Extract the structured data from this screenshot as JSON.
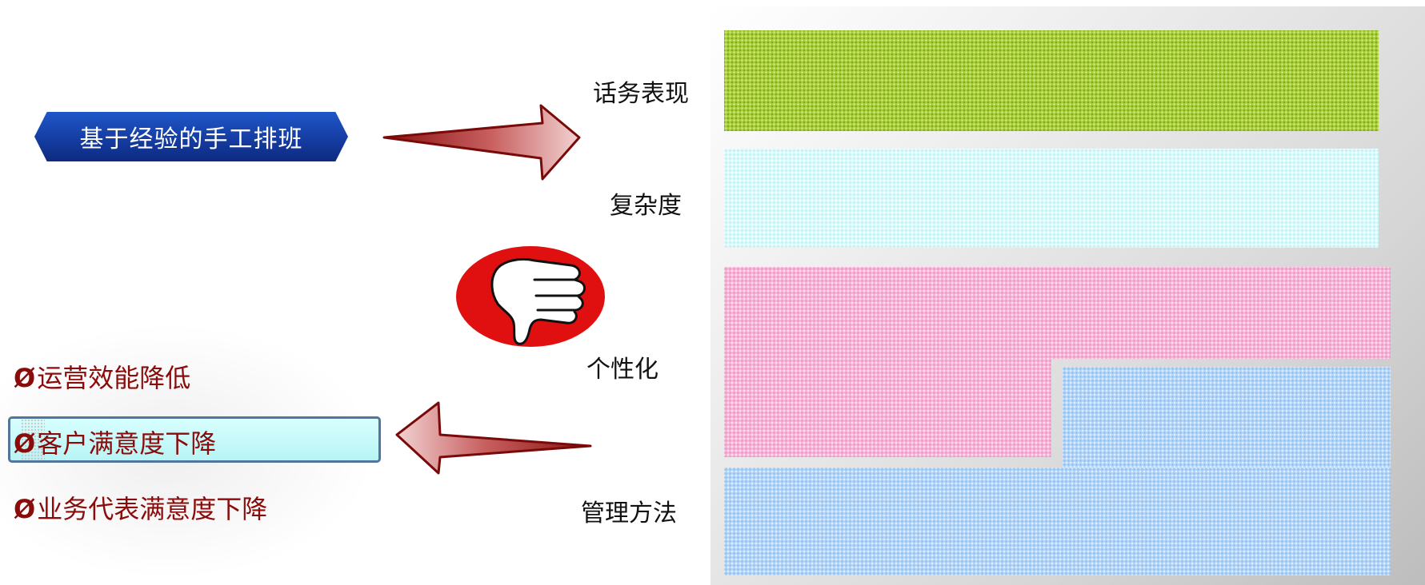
{
  "source_label": "基于经验的手工排班",
  "dimensions": [
    {
      "id": "performance",
      "label": "话务表现"
    },
    {
      "id": "complexity",
      "label": "复杂度"
    },
    {
      "id": "personalization",
      "label": "个性化"
    },
    {
      "id": "management",
      "label": "管理方法"
    }
  ],
  "consequences": [
    {
      "bullet": "Ø",
      "text": "运营效能降低",
      "highlighted": false
    },
    {
      "bullet": "Ø",
      "text": "客户满意度下降",
      "highlighted": true
    },
    {
      "bullet": "Ø",
      "text": "业务代表满意度下降",
      "highlighted": false
    }
  ],
  "icons": {
    "right_arrow": "right-arrow-icon",
    "left_arrow": "left-arrow-icon",
    "thumbs_down": "thumbs-down-icon"
  },
  "colors": {
    "hex_fill": "#163fa6",
    "consequence_text": "#8b0a0a",
    "arrow_fill": "#a82020",
    "band_green": "#a6cc36",
    "band_cyan": "#d9fbfb",
    "band_pink": "#f7b6d8",
    "band_blue": "#b4d6f8",
    "thumb_circle": "#e01010"
  }
}
